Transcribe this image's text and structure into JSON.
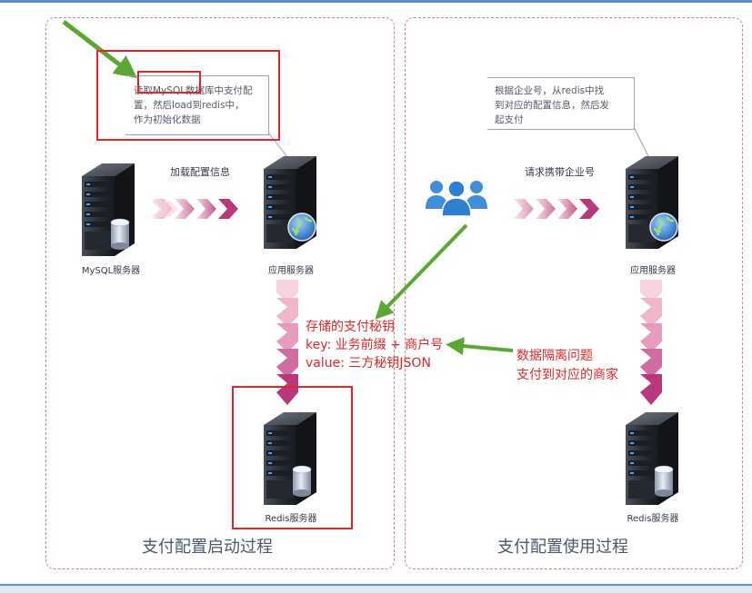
{
  "panels": {
    "left_title": "支付配置启动过程",
    "right_title": "支付配置使用过程"
  },
  "notes": {
    "left": [
      "读取MySQL数据库中支付配",
      "置，然后load到redis中，",
      "作为初始化数据"
    ],
    "right": [
      "根据企业号，从redis中找",
      "到对应的配置信息，然后发",
      "起支付"
    ]
  },
  "labels": {
    "load_config": "加载配置信息",
    "request_corp": "请求携带企业号"
  },
  "servers": {
    "mysql": "MySQL服务器",
    "app_left": "应用服务器",
    "app_right": "应用服务器",
    "redis_left": "Redis服务器",
    "redis_right": "Redis服务器"
  },
  "storage_annotation": [
    "存储的支付秘钥",
    "key: 业务前缀 + 商户号",
    "value: 三方秘钥JSON"
  ],
  "isolation_annotation": [
    "数据隔离问题",
    "支付到对应的商家"
  ],
  "colors": {
    "highlight_red": "#e0262a",
    "arrow_green": "#5aa832",
    "flow_pink": "#c0487e",
    "panel_border": "#d9808f",
    "users_blue": "#3f8fd8"
  }
}
